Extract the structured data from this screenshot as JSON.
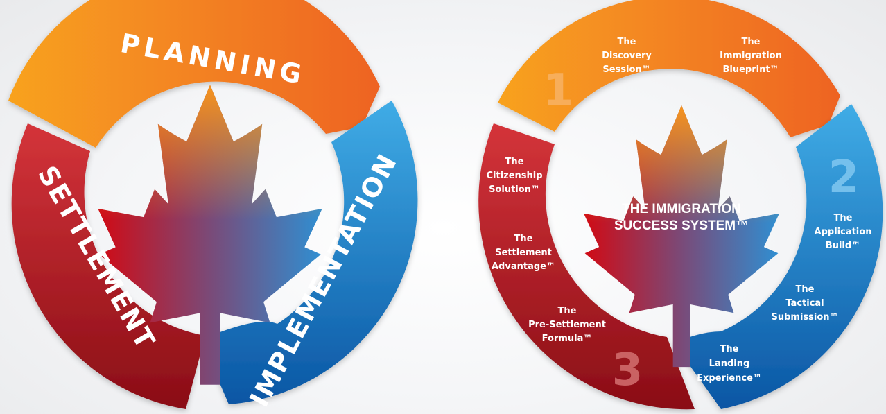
{
  "left_wheel": {
    "planning": "PLANNING",
    "implementation": "IMPLEMENTATION",
    "settlement": "SETTLEMENT"
  },
  "right_wheel": {
    "center_title_1": "THE IMMIGRATION",
    "center_title_2": "SUCCESS SYSTEM™",
    "phase_numbers": [
      "1",
      "2",
      "3"
    ],
    "steps": {
      "discovery": [
        "The",
        "Discovery",
        "Session™"
      ],
      "blueprint": [
        "The",
        "Immigration",
        "Blueprint™"
      ],
      "application": [
        "The",
        "Application",
        "Build™"
      ],
      "tactical": [
        "The",
        "Tactical",
        "Submission™"
      ],
      "landing": [
        "The",
        "Landing",
        "Experience™"
      ],
      "presettlement": [
        "The",
        "Pre-Settlement",
        "Formula™"
      ],
      "settlement_adv": [
        "The",
        "Settlement",
        "Advantage™"
      ],
      "citizenship": [
        "The",
        "Citizenship",
        "Solution™"
      ]
    }
  },
  "colors": {
    "orange_light": "#f8a21f",
    "orange_dark": "#ee6a22",
    "blue_light": "#3aa6e2",
    "blue_dark": "#0a5aa8",
    "red_light": "#d12e33",
    "red_dark": "#8c0f17",
    "number_orange": "#f7b164",
    "number_blue": "#7cc4ee",
    "number_red": "#cf6a6c"
  }
}
